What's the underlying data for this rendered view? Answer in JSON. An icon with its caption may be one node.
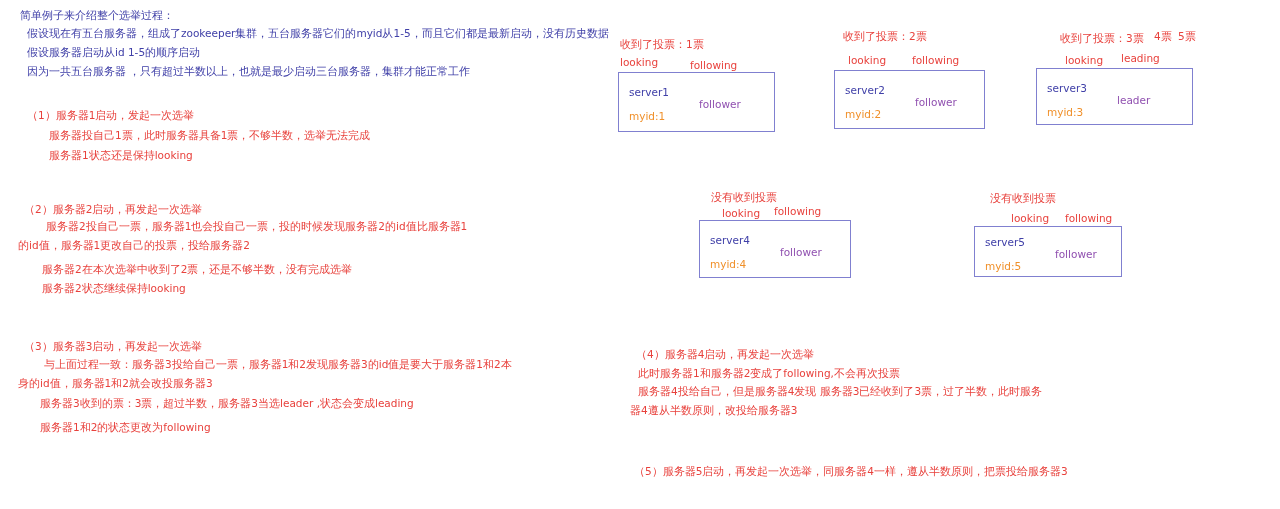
{
  "diagram": {
    "title": "简单例子来介绍整个选举过程：",
    "nodes": [
      {
        "text": [
          "server1",
          "myid:1",
          "follower"
        ],
        "beside": [
          "收到了投票：1票",
          "looking",
          "following"
        ]
      },
      {
        "text": [
          "server2",
          "myid:2",
          "follower"
        ],
        "beside": [
          "收到了投票：2票",
          "looking",
          "following"
        ]
      },
      {
        "text": [
          "server3",
          "myid:3",
          "leader"
        ],
        "beside": [
          "收到了投票：3票",
          "4票",
          "5票",
          "looking",
          "leading"
        ]
      },
      {
        "text": [
          "server4",
          "myid:4",
          "follower"
        ],
        "beside": [
          "没有收到投票",
          "looking",
          "following"
        ]
      },
      {
        "text": [
          "server5",
          "myid:5",
          "follower"
        ],
        "beside": [
          "没有收到投票",
          "looking",
          "following"
        ]
      }
    ],
    "labels": [
      "假设现在有五台服务器，组成了zookeeper集群，五台服务器它们的myid从1-5，而且它们都是最新启动，没有历史数据",
      "假设服务器启动从id 1-5的顺序启动",
      "因为一共五台服务器 ，只有超过半数以上，也就是最少启动三台服务器，集群才能正常工作",
      "（1）服务器1启动，发起一次选举",
      "服务器投自己1票，此时服务器具备1票，不够半数，选举无法完成",
      "服务器1状态还是保持looking",
      "（2）服务器2启动，再发起一次选举",
      "服务器2投自己一票，服务器1也会投自己一票，投的时候发现服务器2的id值比服务器1的id值，服务器1更改自己的投票，投给服务器2",
      "服务器2在本次选举中收到了2票，还是不够半数，没有完成选举",
      "服务器2状态继续保持looking",
      "（3）服务器3启动，再发起一次选举",
      "与上面过程一致：服务器3投给自己一票，服务器1和2发现服务器3的id值是要大于服务器1和2本身的id值，服务器1和2就会改投服务器3",
      "服务器3收到的票：3票，超过半数，服务器3当选leader ,状态会变成leading",
      "服务器1和2的状态更改为following",
      "（4）服务器4启动，再发起一次选举",
      "此时服务器1和服务器2变成了following,不会再次投票",
      "服务器4投给自己，但是服务器4发现 服务器3已经收到了3票，过了半数，此时服务器4遵从半数原则，改投给服务器3",
      "（5）服务器5启动，再发起一次选举，同服务器4一样，遵从半数原则，把票投给服务器3"
    ]
  }
}
